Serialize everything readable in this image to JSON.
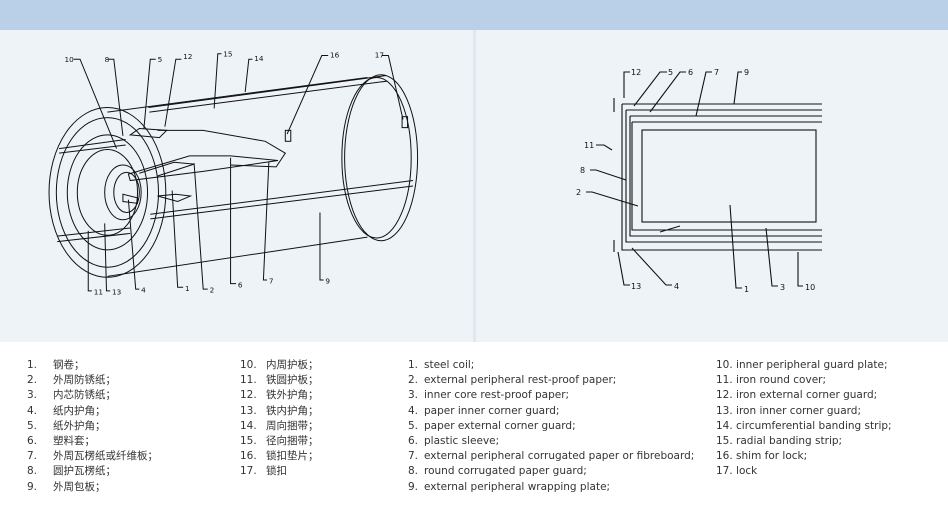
{
  "diagram": {
    "callouts_left": [
      "10",
      "8",
      "5",
      "12",
      "15",
      "14",
      "16",
      "17",
      "11",
      "13",
      "4",
      "1",
      "2",
      "6",
      "7",
      "9"
    ],
    "callouts_right": [
      "12",
      "5",
      "6",
      "7",
      "9",
      "11",
      "8",
      "2",
      "13",
      "4",
      "1",
      "3",
      "10"
    ]
  },
  "legend_cn_col1": [
    {
      "num": "1.",
      "text": "钢卷；"
    },
    {
      "num": "2.",
      "text": "外周防锈纸；"
    },
    {
      "num": "3.",
      "text": "内芯防锈纸；"
    },
    {
      "num": "4.",
      "text": "纸内护角；"
    },
    {
      "num": "5.",
      "text": "纸外护角；"
    },
    {
      "num": "6.",
      "text": "塑料套；"
    },
    {
      "num": "7.",
      "text": "外周瓦楞纸或纤维板；"
    },
    {
      "num": "8.",
      "text": "圆护瓦楞纸；"
    },
    {
      "num": "9.",
      "text": "外周包板；"
    }
  ],
  "legend_cn_col2": [
    {
      "num": "10.",
      "text": "内周护板；"
    },
    {
      "num": "11.",
      "text": "铁圆护板；"
    },
    {
      "num": "12.",
      "text": "铁外护角；"
    },
    {
      "num": "13.",
      "text": "铁内护角；"
    },
    {
      "num": "14.",
      "text": "周向捆带；"
    },
    {
      "num": "15.",
      "text": "径向捆带；"
    },
    {
      "num": "16.",
      "text": "锁扣垫片；"
    },
    {
      "num": "17.",
      "text": "锁扣"
    }
  ],
  "legend_en_col1": [
    {
      "num": "1.",
      "text": "steel coil;"
    },
    {
      "num": "2.",
      "text": "external peripheral rest-proof paper;"
    },
    {
      "num": "3.",
      "text": "inner core rest-proof paper;"
    },
    {
      "num": "4.",
      "text": "paper inner corner guard;"
    },
    {
      "num": "5.",
      "text": "paper external corner guard;"
    },
    {
      "num": "6.",
      "text": "plastic sleeve;"
    },
    {
      "num": "7.",
      "text": "external peripheral corrugated paper or fibreboard;"
    },
    {
      "num": "8.",
      "text": "round corrugated paper guard;"
    },
    {
      "num": "9.",
      "text": "external peripheral wrapping plate;"
    }
  ],
  "legend_en_col2": [
    {
      "num": "",
      "text": "10. inner peripheral guard plate;"
    },
    {
      "num": "",
      "text": "11. iron round cover;"
    },
    {
      "num": "",
      "text": "12. iron external corner guard;"
    },
    {
      "num": "",
      "text": "13. iron inner corner guard;"
    },
    {
      "num": "",
      "text": "14. circumferential banding strip;"
    },
    {
      "num": "",
      "text": "15. radial banding strip;"
    },
    {
      "num": "",
      "text": "16. shim for lock;"
    },
    {
      "num": "",
      "text": "17. lock"
    }
  ]
}
